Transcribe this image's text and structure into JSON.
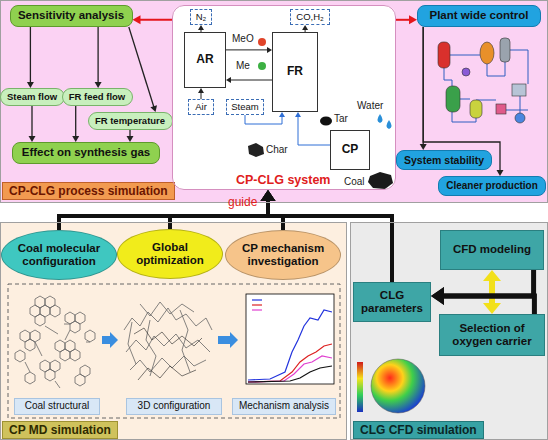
{
  "diagram": {
    "nodes": [
      {
        "text": [
          "CP-CLG process simulation"
        ]
      },
      {
        "text": [
          "Sensitivity analysis"
        ],
        "in": 0
      },
      {
        "text": [
          "Steam flow"
        ],
        "in": 0
      },
      {
        "text": [
          "FR feed flow"
        ],
        "in": 0
      },
      {
        "text": [
          "FR temperature"
        ],
        "in": 0
      },
      {
        "text": [
          "Effect on synthesis gas"
        ],
        "in": 0
      },
      {
        "text": [
          "CP-CLG system"
        ],
        "in": 0
      },
      {
        "text": [
          "N₂"
        ],
        "in": 6
      },
      {
        "text": [
          "CO,H₂"
        ],
        "in": 6
      },
      {
        "text": [
          "AR"
        ],
        "in": 6
      },
      {
        "text": [
          "FR"
        ],
        "in": 6
      },
      {
        "text": [
          "Air"
        ],
        "in": 6
      },
      {
        "text": [
          "Steam"
        ],
        "in": 6
      },
      {
        "text": [
          "CP"
        ],
        "in": 6
      },
      {
        "text": [
          "Plant wide control"
        ],
        "in": 0
      },
      {
        "text": [
          "System stability"
        ],
        "in": 0
      },
      {
        "text": [
          "Cleaner production"
        ],
        "in": 0
      },
      {
        "text": [
          "CP MD simulation"
        ]
      },
      {
        "text": [
          "Coal molecular configuration"
        ],
        "in": 17
      },
      {
        "text": [
          "Global optimization"
        ],
        "in": 17
      },
      {
        "text": [
          "CP mechanism investigation"
        ],
        "in": 17
      },
      {
        "text": [
          "Coal structural"
        ],
        "in": 17
      },
      {
        "text": [
          "3D configuration"
        ],
        "in": 17
      },
      {
        "text": [
          "Mechanism analysis"
        ],
        "in": 17
      },
      {
        "text": [
          "CLG CFD simulation"
        ]
      },
      {
        "text": [
          "CFD modeling"
        ],
        "in": 24
      },
      {
        "text": [
          "CLG parameters"
        ],
        "in": 24
      },
      {
        "text": [
          "Selection of oxygen carrier"
        ],
        "in": 24
      }
    ],
    "edges": [
      {
        "from": 6,
        "to": 1,
        "arrow": "to"
      },
      {
        "from": 6,
        "to": 14,
        "arrow": "to"
      },
      {
        "from": 1,
        "to": 2,
        "arrow": "to"
      },
      {
        "from": 1,
        "to": 3,
        "arrow": "to"
      },
      {
        "from": 1,
        "to": 4,
        "arrow": "to"
      },
      {
        "from": 2,
        "to": 5,
        "arrow": "to"
      },
      {
        "from": 3,
        "to": 5,
        "arrow": "to"
      },
      {
        "from": 4,
        "to": 5,
        "arrow": "to"
      },
      {
        "from": 9,
        "to": 7,
        "arrow": "to"
      },
      {
        "from": 10,
        "to": 8,
        "arrow": "to"
      },
      {
        "from": 11,
        "to": 9,
        "arrow": "to"
      },
      {
        "from": 9,
        "to": 10,
        "arrow": "to"
      },
      {
        "from": 10,
        "to": 9,
        "arrow": "to"
      },
      {
        "from": 12,
        "to": 10,
        "arrow": "to"
      },
      {
        "from": 13,
        "to": 10,
        "arrow": "to"
      },
      {
        "from": 14,
        "to": 15,
        "arrow": "to"
      },
      {
        "from": 14,
        "to": 16,
        "arrow": "to"
      },
      {
        "from": 18,
        "to": 6,
        "arrow": "to"
      },
      {
        "from": 19,
        "to": 6,
        "arrow": "to",
        "label": "guide"
      },
      {
        "from": 20,
        "to": 6,
        "arrow": "to"
      },
      {
        "from": 26,
        "to": 6,
        "arrow": "to"
      },
      {
        "from": 25,
        "to": 27,
        "arrow": "both"
      },
      {
        "from": 25,
        "to": 26,
        "arrow": "to"
      },
      {
        "from": 27,
        "to": 26,
        "arrow": "to"
      }
    ],
    "labels": [
      "MeO",
      "Me",
      "Tar",
      "Water",
      "Char",
      "Coal"
    ]
  }
}
